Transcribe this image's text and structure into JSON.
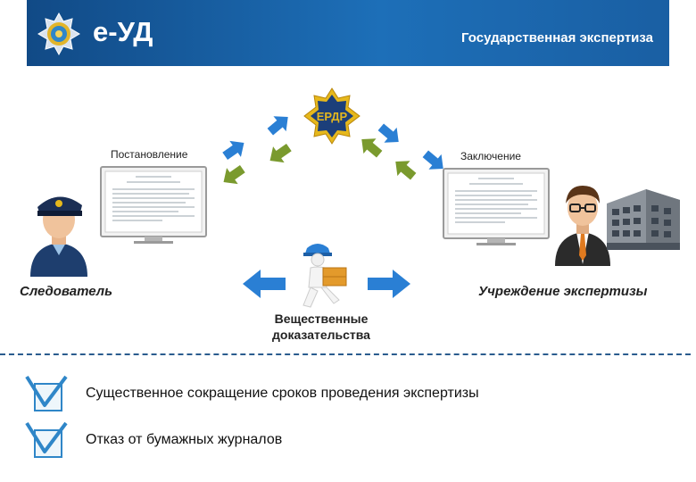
{
  "header": {
    "title": "е-УД",
    "subtitle": "Государственная экспертиза"
  },
  "center": {
    "badge_text": "ЕРДР"
  },
  "documents": {
    "left_label": "Постановление",
    "right_label": "Заключение"
  },
  "roles": {
    "left": "Следователь",
    "right": "Учреждение экспертизы"
  },
  "evidence": {
    "line1": "Вещественные",
    "line2": "доказательства"
  },
  "benefits": [
    "Существенное сокращение сроков проведения экспертизы",
    "Отказ от бумажных журналов"
  ],
  "colors": {
    "header": "#1a5fa3",
    "arrow_blue": "#2a7fd4",
    "arrow_green": "#7a9a2e",
    "badge_gold": "#e6b81c",
    "badge_navy": "#1c3f7a"
  }
}
